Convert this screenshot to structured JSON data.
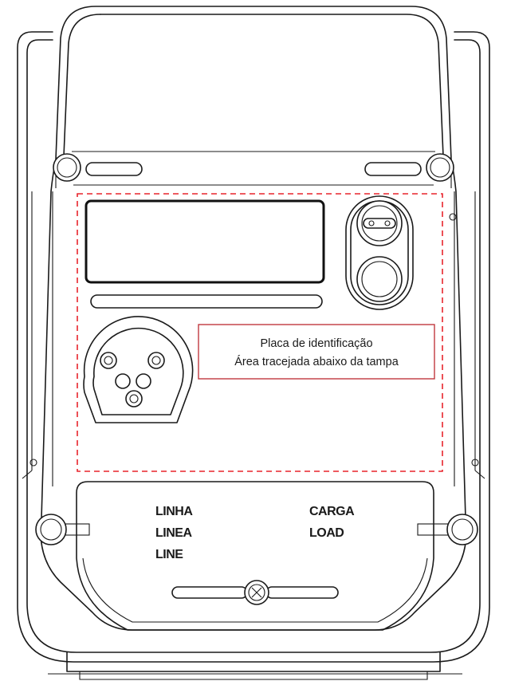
{
  "colors": {
    "outline": "#1a1a1a",
    "nameplate_dash": "#e8242c",
    "callout_border": "#c0393f",
    "background": "#ffffff"
  },
  "callout": {
    "title": "Placa de identificação",
    "subtitle": "Área tracejada abaixo da tampa"
  },
  "terminal_labels": {
    "left": [
      "LINHA",
      "LINEA",
      "LINE"
    ],
    "right": [
      "CARGA",
      "LOAD"
    ]
  },
  "icons": [
    "screw-icon",
    "optical-port-icon",
    "connector-socket-icon",
    "seal-screw-icon"
  ]
}
